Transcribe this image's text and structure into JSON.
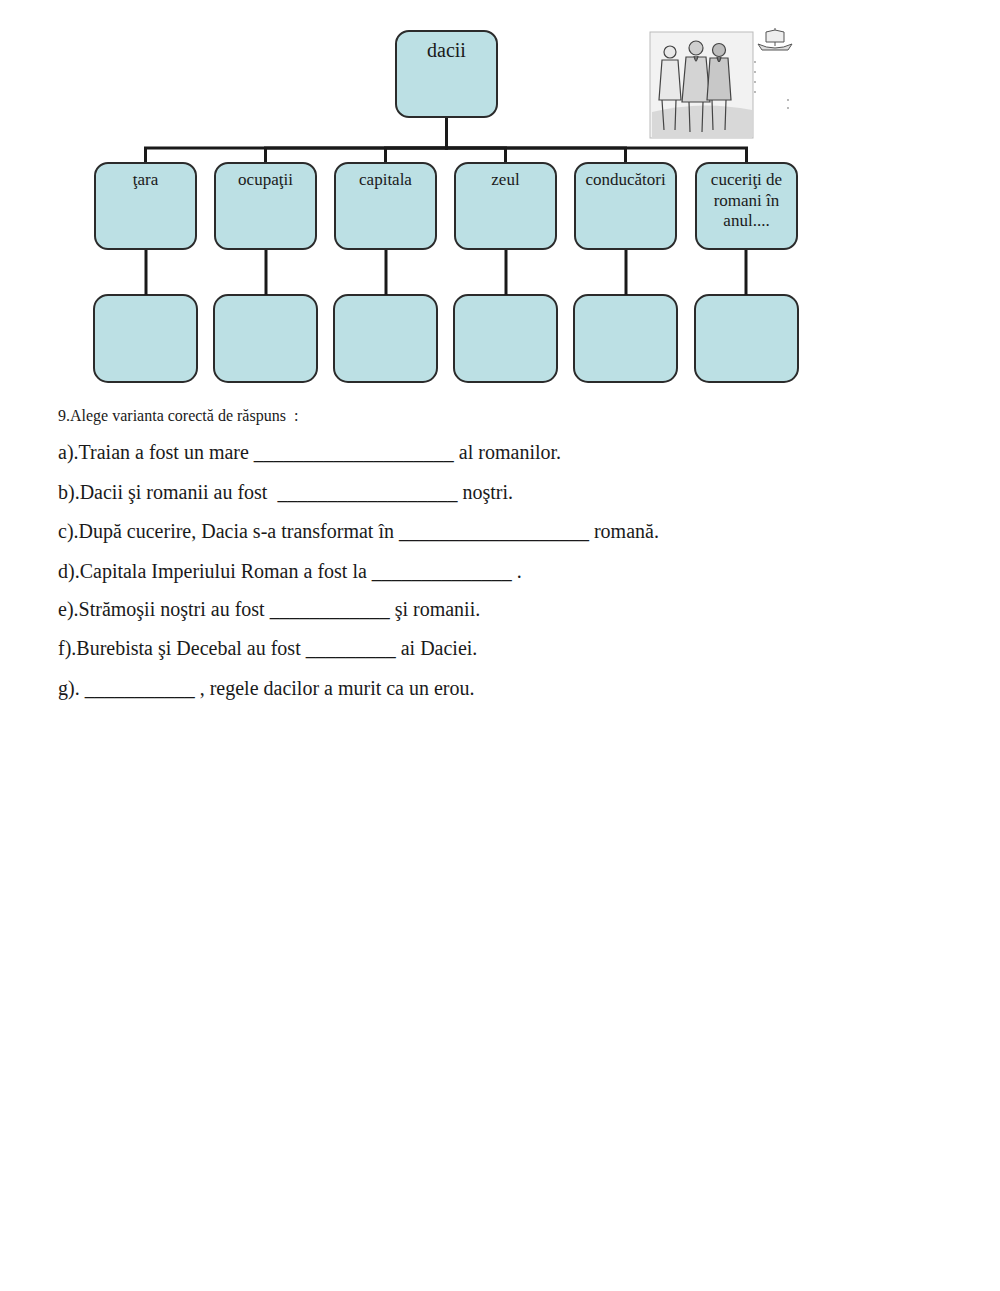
{
  "diagram": {
    "nodes": [
      {
        "text": [
          "dacii"
        ]
      },
      {
        "text": [
          "ţara"
        ]
      },
      {
        "text": [
          "ocupaţii"
        ]
      },
      {
        "text": [
          "capitala"
        ]
      },
      {
        "text": [
          "zeul"
        ]
      },
      {
        "text": [
          "conducători"
        ]
      },
      {
        "text": [
          "cuceriţi de romani în anul...."
        ]
      }
    ],
    "edges": [
      {
        "from": 0,
        "to": 1,
        "arrow": "none"
      },
      {
        "from": 0,
        "to": 2,
        "arrow": "none"
      },
      {
        "from": 0,
        "to": 3,
        "arrow": "none"
      },
      {
        "from": 0,
        "to": 4,
        "arrow": "none"
      },
      {
        "from": 0,
        "to": 5,
        "arrow": "none"
      },
      {
        "from": 0,
        "to": 6,
        "arrow": "none"
      }
    ],
    "labels": [
      "9.Alege varianta corectă de răspuns  :",
      "a).Traian a fost un mare ____________________ al romanilor.",
      "b).Dacii şi romanii au fost  __________________ noştri.",
      "c).După cucerire, Dacia s-a transformat în ___________________ romană.",
      "d).Capitala Imperiului Roman a fost la ______________ .",
      "e).Strămoşii noştri au fost ____________ şi romanii.",
      "f).Burebista şi Decebal au fost _________ ai Daciei.",
      "g). ___________ , regele dacilor a murit ca un erou."
    ]
  }
}
